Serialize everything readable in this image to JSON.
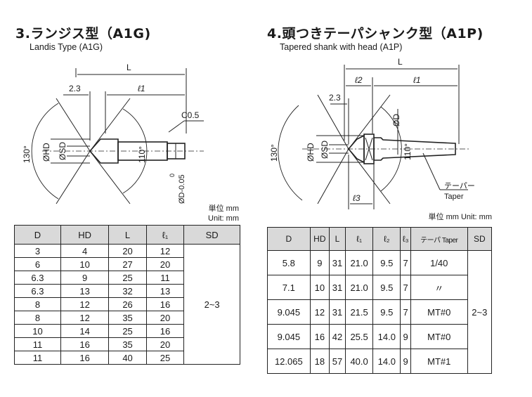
{
  "left": {
    "title": "3.ランジス型（A1G)",
    "subtitle": "Landis Type (A1G)",
    "drawing_labels": {
      "L": "L",
      "dim_23": "2.3",
      "l1": "ℓ1",
      "c05": "C0.5",
      "angle130": "130°",
      "phd": "ØHD",
      "psd": "ØSD",
      "angle110": "110°",
      "pd": "ØD-0.05",
      "tol0": "0"
    },
    "unit_jp": "単位 mm",
    "unit_en": "Unit: mm",
    "table": {
      "headers": [
        "D",
        "HD",
        "L",
        "ℓ₁",
        "SD"
      ],
      "rows": [
        [
          "3",
          "4",
          "20",
          "12"
        ],
        [
          "6",
          "10",
          "27",
          "20"
        ],
        [
          "6.3",
          "9",
          "25",
          "11"
        ],
        [
          "6.3",
          "13",
          "32",
          "13"
        ],
        [
          "8",
          "12",
          "26",
          "16"
        ],
        [
          "8",
          "12",
          "35",
          "20"
        ],
        [
          "10",
          "14",
          "25",
          "16"
        ],
        [
          "11",
          "16",
          "35",
          "20"
        ],
        [
          "11",
          "16",
          "40",
          "25"
        ]
      ],
      "sd_value": "2~3"
    }
  },
  "right": {
    "title": "4.頭つきテーパシャンク型（A1P)",
    "subtitle": "Tapered shank with head (A1P)",
    "drawing_labels": {
      "L": "L",
      "l2": "ℓ2",
      "l1": "ℓ1",
      "dim_23": "2.3",
      "pd": "ØD",
      "angle130": "130°",
      "phd": "ØHD",
      "psd": "ØSD",
      "angle110": "110°",
      "taper_jp": "テーパー",
      "taper_en": "Taper",
      "l3": "ℓ3"
    },
    "unit_line": "単位 mm  Unit: mm",
    "table": {
      "headers": [
        "D",
        "HD",
        "L",
        "ℓ₁",
        "ℓ₂",
        "ℓ₃",
        "テーパ Taper",
        "SD"
      ],
      "rows": [
        [
          "5.8",
          "9",
          "31",
          "21.0",
          "9.5",
          "7",
          "1/40"
        ],
        [
          "7.1",
          "10",
          "31",
          "21.0",
          "9.5",
          "7",
          "〃"
        ],
        [
          "9.045",
          "12",
          "31",
          "21.5",
          "9.5",
          "7",
          "MT#0"
        ],
        [
          "9.045",
          "16",
          "42",
          "25.5",
          "14.0",
          "9",
          "MT#0"
        ],
        [
          "12.065",
          "18",
          "57",
          "40.0",
          "14.0",
          "9",
          "MT#1"
        ]
      ],
      "sd_value": "2~3"
    }
  }
}
